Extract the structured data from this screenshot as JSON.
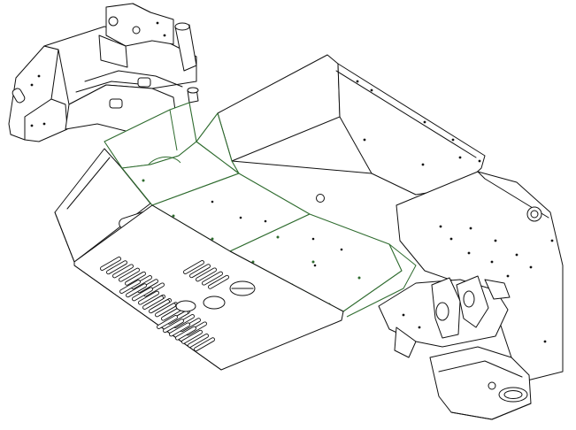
{
  "drawing": {
    "kind": "isometric line drawing",
    "colors": {
      "background": "#ffffff",
      "outline": "#111111",
      "highlighted_panels": "#2e6b2e"
    },
    "parts": [
      "rear-bracket-assembly",
      "upper-cowl-panel",
      "side-skirt-panel",
      "floor-panel-assembly",
      "vent-slot-array",
      "right-side-plate",
      "front-mount-bracket",
      "lower-housing"
    ]
  }
}
